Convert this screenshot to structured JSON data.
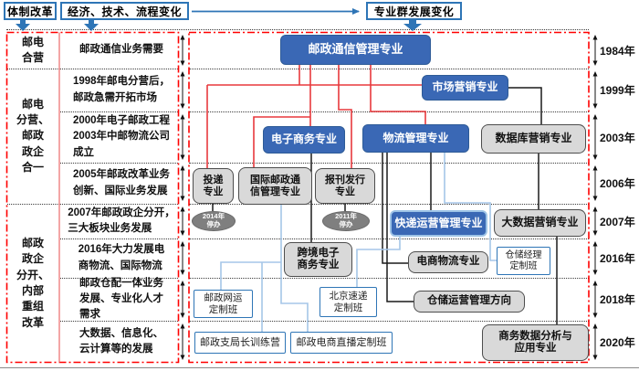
{
  "header": {
    "system_reform": "体制改革",
    "econ_tech_process": "经济、技术、流程变化",
    "major_group_dev": "专业群发展变化"
  },
  "timeline": {
    "years": [
      "1984年",
      "1999年",
      "2003年",
      "2006年",
      "2007年",
      "2016年",
      "2018年",
      "2020年"
    ]
  },
  "reform_column": {
    "groups": [
      "邮电\n合营",
      "邮电\n分营、\n邮政\n政企\n合一",
      "邮政\n政企\n分开、\n内部\n重组\n改革"
    ],
    "events": [
      "邮政通信业务需要",
      "1998年邮电分营后，\n邮政急需开拓市场",
      "2000年电子邮政工程\n2003年中邮物流公司\n成立",
      "2005年邮政改革业务\n创新、国际业务发展",
      "2007年邮政政企分开，\n三大板块业务发展",
      "2016年大力发展电\n商物流、国际物流",
      "邮政仓配一体业务\n发展、专业化人才\n需求",
      "大数据、信息化、\n云计算等的发展"
    ]
  },
  "nodes": {
    "postal_comm_mgmt": "邮政通信管理专业",
    "marketing": "市场营销专业",
    "ecommerce": "电子商务专业",
    "logistics_mgmt": "物流管理专业",
    "database_marketing": "数据库营销专业",
    "delivery": "投递\n专业",
    "intl_postal_comm": "国际邮政通\n信管理专业",
    "newspaper_distribution": "报刊发行\n专业",
    "stopped_2014": "2014年\n停办",
    "stopped_2011": "2011年\n停办",
    "express_ops_mgmt": "快递运营管理专业",
    "bigdata_marketing": "大数据营销专业",
    "crossborder_ecommerce": "跨境电子\n商务专业",
    "ecommerce_logistics": "电商物流专业",
    "warehouse_manager_class": "仓储经理\n定制班",
    "postal_network_class": "邮政网运\n定制班",
    "beijing_express_class": "北京速递\n定制班",
    "warehouse_ops_direction": "仓储运营管理方向",
    "branch_chief_camp": "邮政支局长训练营",
    "ecommerce_livestream_class": "邮政电商直播定制班",
    "business_data_analysis": "商务数据分析与\n应用专业"
  },
  "colors": {
    "major_blue": "#3a68b5",
    "blue_border": "#2e75b6",
    "gray_fill": "#d9d9d9",
    "stopped_gray": "#7f7f7f",
    "red_connector": "#e8393d",
    "lightblue_connector": "#a5c6e8",
    "black_connector": "#1a1a1a",
    "frame_red": "#ff0000"
  }
}
